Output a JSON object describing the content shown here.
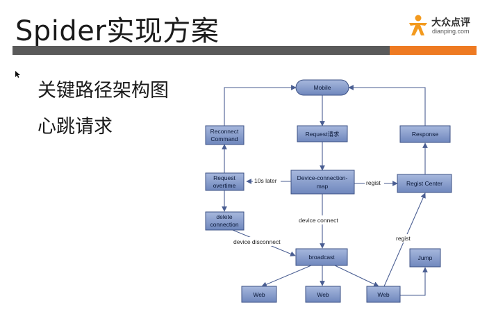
{
  "slide": {
    "title": "Spider实现方案",
    "logo": {
      "cn": "大众点评",
      "en": "dianping.com"
    },
    "bullets": [
      "关键路径架构图",
      "心跳请求"
    ]
  },
  "colors": {
    "node_fill": "#7b92c5",
    "node_stroke": "#3c5184",
    "accent": "#ee7a22",
    "bar": "#5a5a5a",
    "line": "#4a5e92"
  },
  "diagram": {
    "nodes": {
      "mobile": "Mobile",
      "reconnect_l1": "Reconnect",
      "reconnect_l2": "Command",
      "request_cn": "Request请求",
      "response": "Response",
      "request_overtime_l1": "Request",
      "request_overtime_l2": "overtime",
      "dcm_l1": "Device-connection-",
      "dcm_l2": "map",
      "regist_center": "Regist Center",
      "delete_l1": "delete",
      "delete_l2": "connection",
      "broadcast": "broadcast",
      "jump": "Jump",
      "web1": "Web",
      "web2": "Web",
      "web3": "Web"
    },
    "edges": {
      "ten_s_later": "10s later",
      "regist_h": "regist",
      "device_connect": "device  connect",
      "device_disconnect": "device disconnect",
      "regist_v": "regist"
    }
  }
}
